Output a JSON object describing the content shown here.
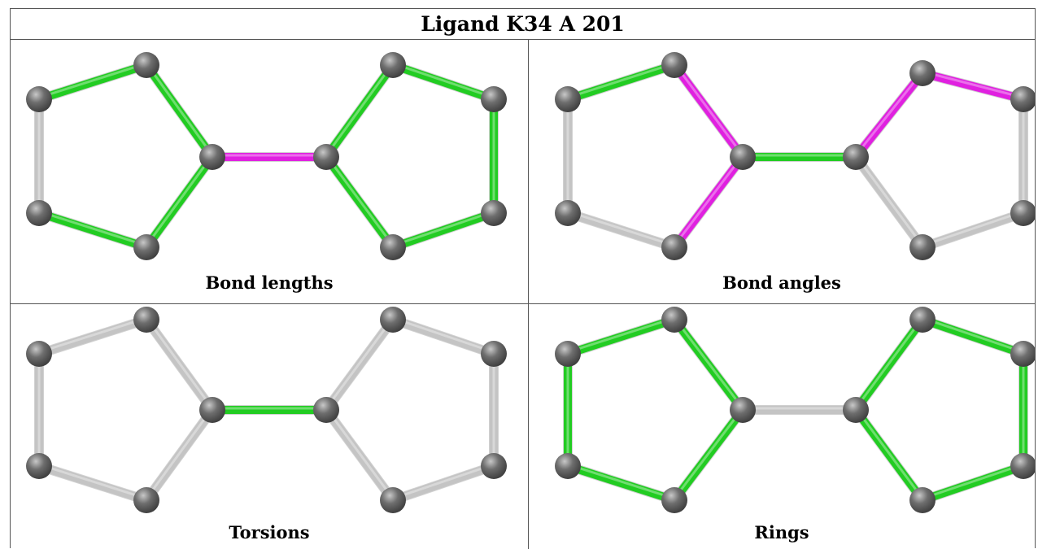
{
  "title": "Ligand K34 A 201",
  "colors": {
    "green": "#22cc22",
    "magenta": "#e020e0",
    "gray": "#c4c4c4",
    "atom": "#6e6e6e"
  },
  "atoms": [
    "a1",
    "a2",
    "a3",
    "a4",
    "a5",
    "b1",
    "b2",
    "b3",
    "b4",
    "b5"
  ],
  "bonds": [
    [
      "a1",
      "a2"
    ],
    [
      "a2",
      "a3"
    ],
    [
      "a3",
      "a4"
    ],
    [
      "a4",
      "a5"
    ],
    [
      "a5",
      "a1"
    ],
    [
      "a3",
      "b1"
    ],
    [
      "b1",
      "b2"
    ],
    [
      "b2",
      "b3"
    ],
    [
      "b3",
      "b4"
    ],
    [
      "b4",
      "b5"
    ],
    [
      "b5",
      "b1"
    ]
  ],
  "panels": [
    {
      "caption": "Bond lengths",
      "bond_colors": [
        "green",
        "green",
        "green",
        "green",
        "gray",
        "magenta",
        "green",
        "green",
        "green",
        "green",
        "green"
      ]
    },
    {
      "caption": "Bond angles",
      "bond_colors": [
        "green",
        "magenta",
        "magenta",
        "gray",
        "gray",
        "green",
        "magenta",
        "magenta",
        "gray",
        "gray",
        "gray"
      ]
    },
    {
      "caption": "Torsions",
      "bond_colors": [
        "gray",
        "gray",
        "gray",
        "gray",
        "gray",
        "green",
        "gray",
        "gray",
        "gray",
        "gray",
        "gray"
      ]
    },
    {
      "caption": "Rings",
      "bond_colors": [
        "green",
        "green",
        "green",
        "green",
        "green",
        "gray",
        "green",
        "green",
        "green",
        "green",
        "green"
      ]
    }
  ]
}
